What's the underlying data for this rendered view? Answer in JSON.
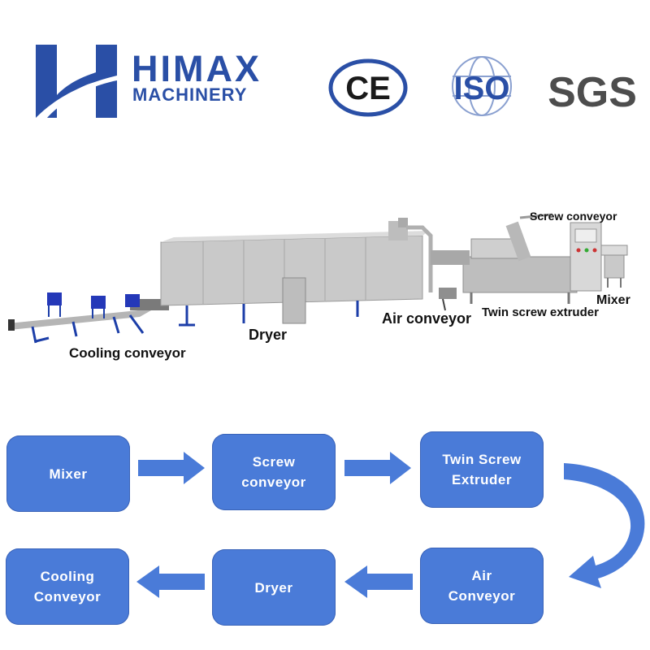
{
  "header": {
    "brand_name": "HIMAX",
    "brand_subtitle": "MACHINERY",
    "certifications": [
      "CE",
      "ISO",
      "SGS"
    ]
  },
  "machine_labels": {
    "screw_conveyor": "Screw conveyor",
    "mixer": "Mixer",
    "twin_screw_extruder": "Twin screw extruder",
    "air_conveyor": "Air conveyor",
    "dryer": "Dryer",
    "cooling_conveyor": "Cooling conveyor"
  },
  "flow": {
    "mixer": "Mixer",
    "screw_conveyor": "Screw conveyor",
    "twin_screw_extruder": "Twin Screw Extruder",
    "air_conveyor": "Air Conveyor",
    "dryer": "Dryer",
    "cooling_conveyor": "Cooling Conveyor"
  },
  "colors": {
    "brand_blue": "#2a4fa6",
    "box_fill": "#4a7bd8",
    "arrow_fill": "#4a7bd8",
    "machine_steel": "#c9c9c9",
    "frame_blue": "#2d48b0"
  }
}
